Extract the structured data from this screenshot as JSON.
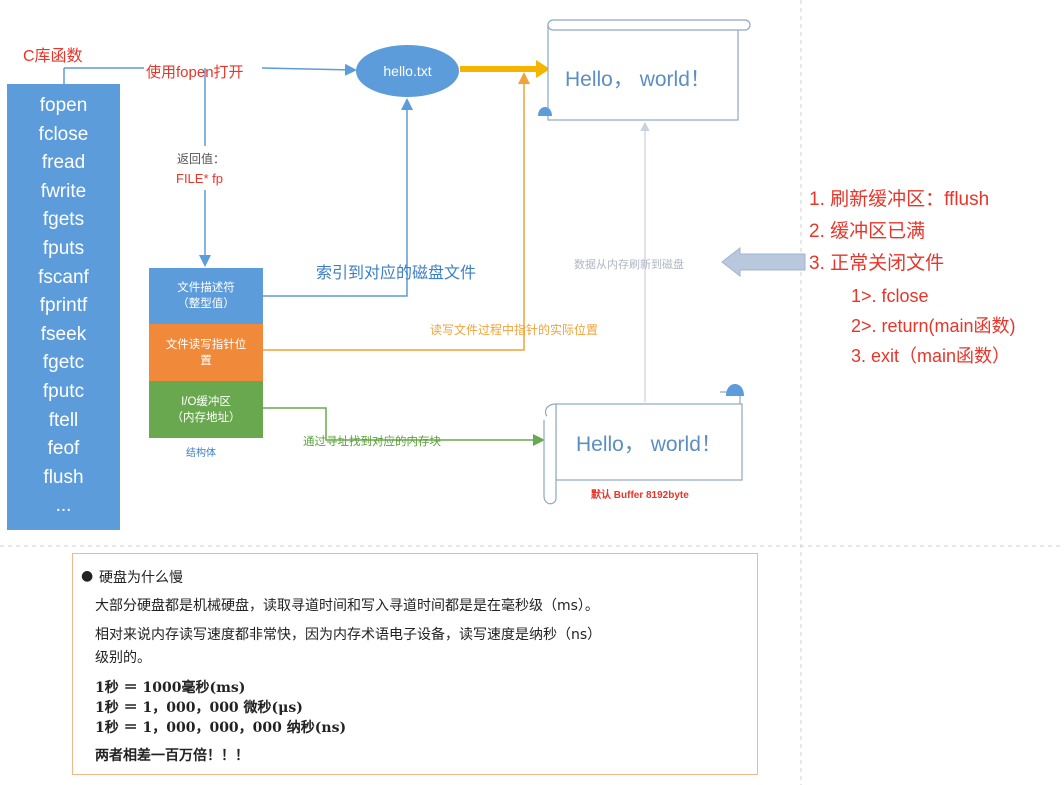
{
  "diagram": {
    "clib_label": "C库函数",
    "functions": [
      "fopen",
      "fclose",
      "fread",
      "fwrite",
      "fgets",
      "fputs",
      "fscanf",
      "fprintf",
      "fseek",
      "fgetc",
      "fputc",
      "ftell",
      "feof",
      "flush",
      "..."
    ],
    "fopen_label": "使用fopen打开",
    "return_label": "返回值：",
    "file_fp": "FILE* fp",
    "file_node": "hello.txt",
    "struct_fd_line1": "文件描述符",
    "struct_fd_line2": "（整型值）",
    "struct_ptr_line1": "文件读写指针位",
    "struct_ptr_line2": "置",
    "struct_buf_line1": "I/O缓冲区",
    "struct_buf_line2": "（内存地址）",
    "struct_caption": "结构体",
    "index_label": "索引到对应的磁盘文件",
    "pointer_label": "读写文件过程中指针的实际位置",
    "address_label": "通过寻址找到对应的内存块",
    "flush_label": "数据从内存刷新到磁盘",
    "disk_text": "Hello， world！",
    "buffer_text": "Hello， world！",
    "buffer_caption": "默认 Buffer 8192byte"
  },
  "flush_conditions": [
    "1. 刷新缓冲区：fflush",
    "2. 缓冲区已满",
    "3. 正常关闭文件",
    "1>. fclose",
    "2>. return(main函数)",
    "3. exit（main函数）"
  ],
  "info": {
    "title": "硬盘为什么慢",
    "line1": "大部分硬盘都是机械硬盘，读取寻道时间和写入寻道时间都是是在毫秒级（ms）。",
    "line2": "相对来说内存读写速度都非常快，因为内存术语电子设备，读写速度是纳秒（ns）",
    "line3": "级别的。",
    "line4": "1秒 ＝ 1000毫秒(ms)",
    "line5": "1秒 ＝ 1，000，000 微秒(μs)",
    "line6": "1秒 ＝ 1，000，000，000 纳秒(ns)",
    "line7": "两者相差一百万倍！！！"
  },
  "colors": {
    "blue": "#5d9cdb",
    "orange": "#f08a3a",
    "green": "#6aa84f",
    "red": "#e8352a",
    "arrow_yellow": "#f5b400"
  }
}
